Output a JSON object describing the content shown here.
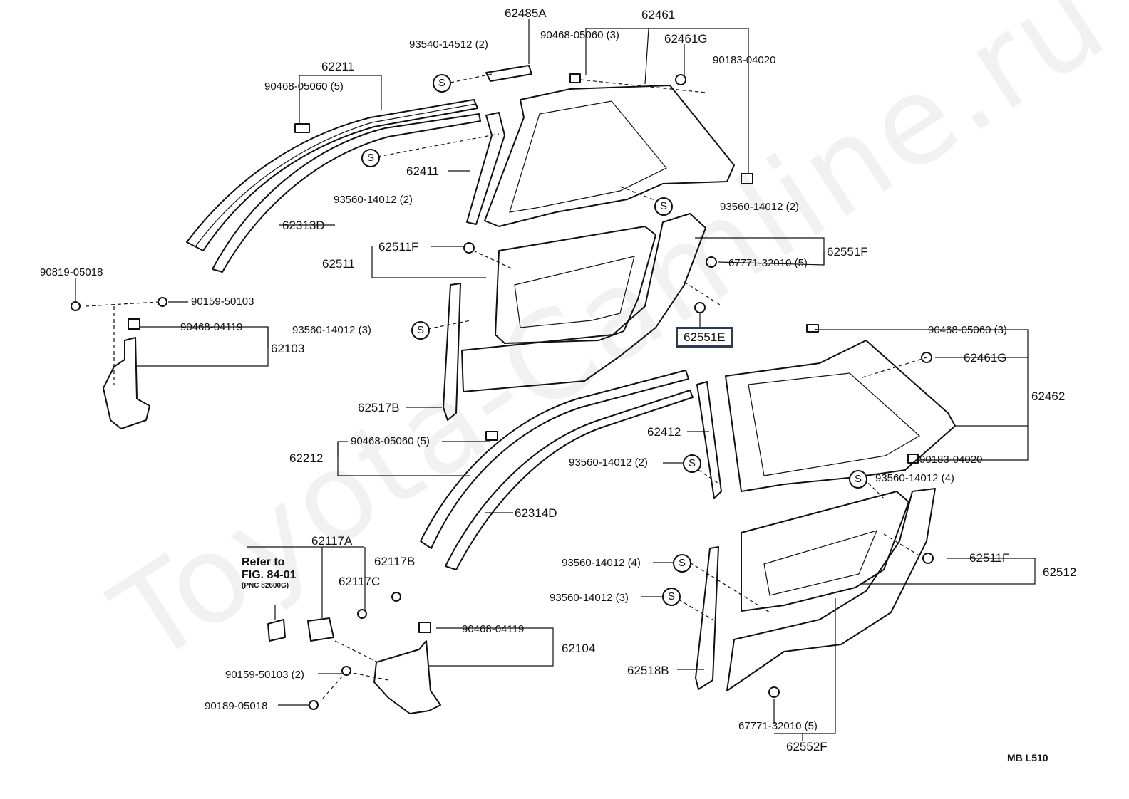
{
  "watermark": "Toyota-Camline.ru",
  "code": "MB  L510",
  "s_symbol": "S",
  "highlighted_part": "62551E",
  "reference_note": {
    "line1": "Refer to",
    "line2": "FIG. 84-01",
    "line3": "(PNC 82600G)"
  },
  "labels": {
    "p62485A": "62485A",
    "p62461": "62461",
    "p90468_05060_3_top": "90468-05060 (3)",
    "p62461G_top": "62461G",
    "p93540_14512": "93540-14512 (2)",
    "p90183_04020_top": "90183-04020",
    "p62211": "62211",
    "p90468_05060_5_top": "90468-05060 (5)",
    "p62411": "62411",
    "p93560_14012_2_a": "93560-14012 (2)",
    "p93560_14012_2_b": "93560-14012 (2)",
    "p62313D": "62313D",
    "p62511F_top": "62511F",
    "p62551F": "62551F",
    "p62511": "62511",
    "p67771_32010_top": "67771-32010 (5)",
    "p90819_05018": "90819-05018",
    "p90159_50103": "90159-50103",
    "p90468_04119_a": "90468-04119",
    "p62103": "62103",
    "p93560_14012_3_a": "93560-14012 (3)",
    "p62551E": "62551E",
    "p90468_05060_3_right": "90468-05060 (3)",
    "p62461G_right": "62461G",
    "p62462": "62462",
    "p62517B": "62517B",
    "p62412": "62412",
    "p62212": "62212",
    "p90468_05060_5_mid": "90468-05060 (5)",
    "p93560_14012_2_c": "93560-14012 (2)",
    "p90183_04020_right": "90183-04020",
    "p93560_14012_4_a": "93560-14012 (4)",
    "p62314D": "62314D",
    "p62117A": "62117A",
    "p62117B": "62117B",
    "p62117C": "62117C",
    "p62511F_right": "62511F",
    "p62512": "62512",
    "p93560_14012_4_b": "93560-14012 (4)",
    "p93560_14012_3_b": "93560-14012 (3)",
    "p90468_04119_b": "90468-04119",
    "p62104": "62104",
    "p62518B": "62518B",
    "p90159_50103_2": "90159-50103 (2)",
    "p90189_05018": "90189-05018",
    "p67771_32010_bottom": "67771-32010 (5)",
    "p62552F": "62552F"
  }
}
